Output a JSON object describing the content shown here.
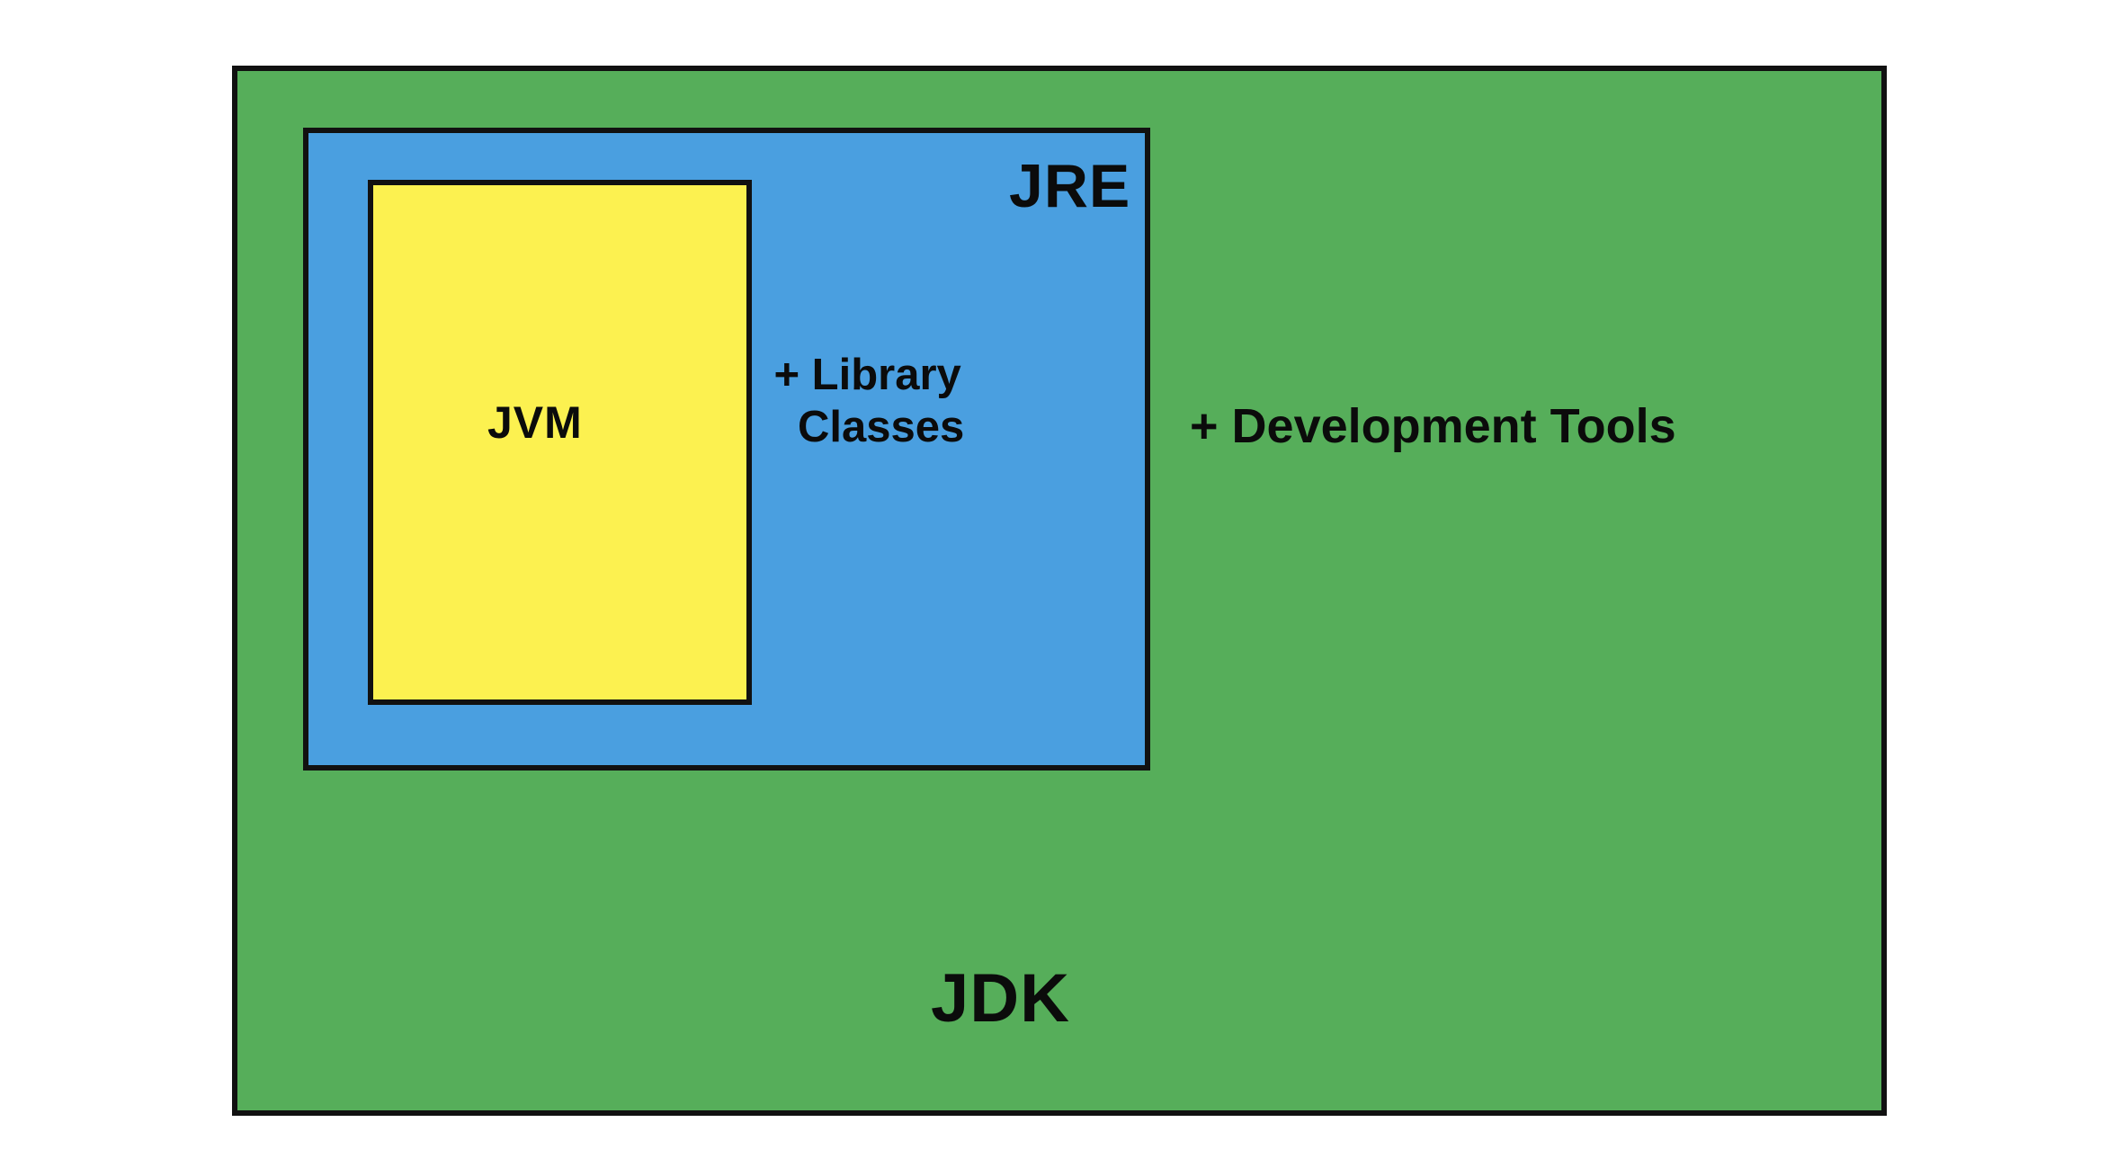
{
  "diagram": {
    "jdk": {
      "label": "JDK",
      "color": "#56ae5a",
      "extra": "+ Development Tools"
    },
    "jre": {
      "label": "JRE",
      "color": "#4a9fe0",
      "extra_line1": "+ Library",
      "extra_line2": "Classes"
    },
    "jvm": {
      "label": "JVM",
      "color": "#fcf150"
    },
    "border_color": "#111111"
  }
}
